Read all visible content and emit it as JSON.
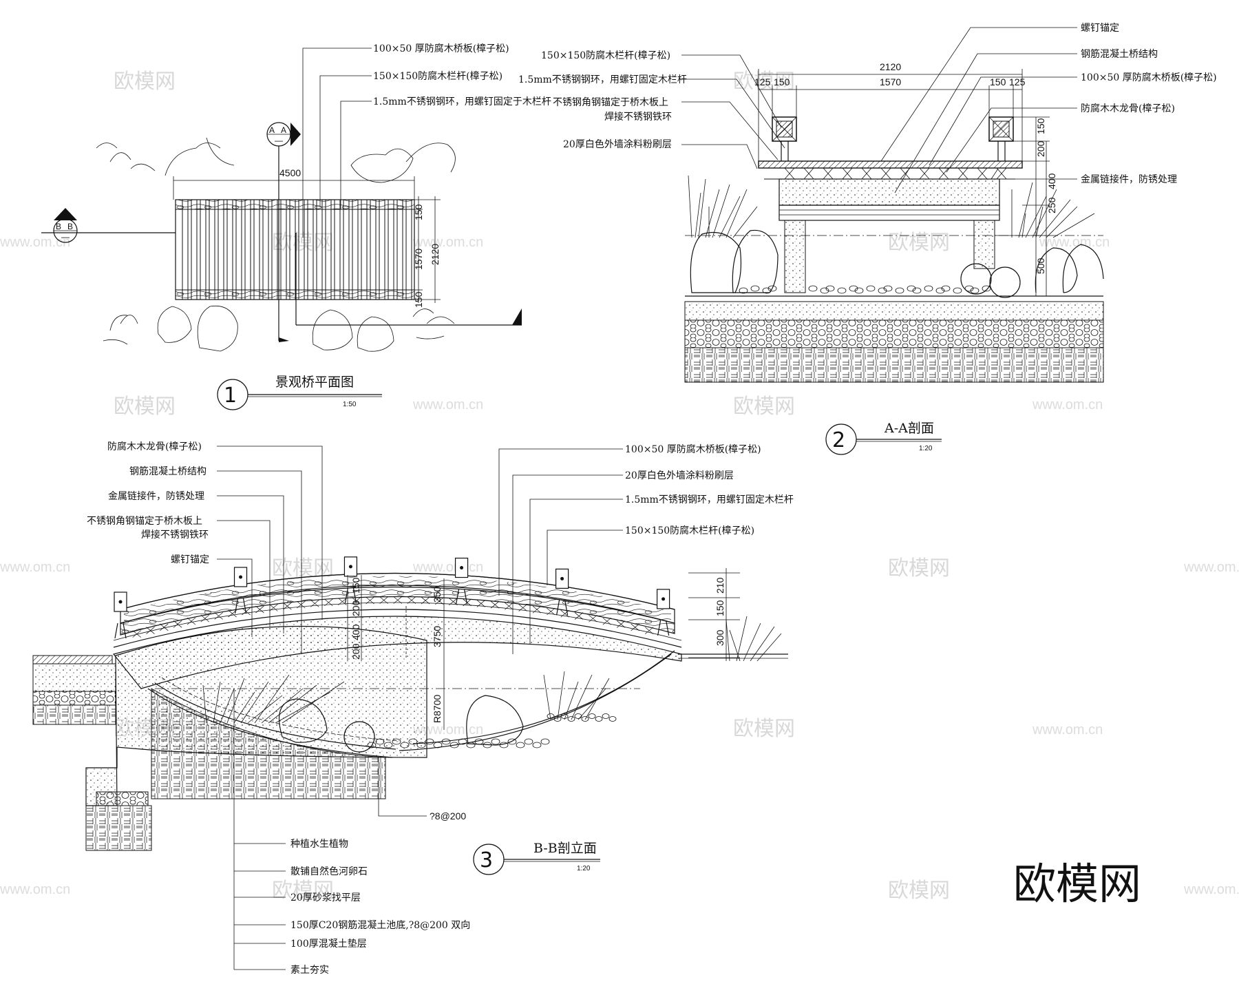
{
  "watermarks": [
    "欧模网",
    "www.om.cn"
  ],
  "brand": "欧模网",
  "plan": {
    "number": "1",
    "title": "景观桥平面图",
    "scale": "1:50",
    "section_a": "A",
    "section_b": "B",
    "section_dash": "—",
    "dims": {
      "length": "4500",
      "width": "2120",
      "inner": "1570",
      "rail_top": "150",
      "rail_bottom": "150"
    },
    "callouts": [
      "100×50  厚防腐木桥板(樟子松)",
      "150×150防腐木栏杆(樟子松)",
      "1.5mm不锈钢钢环，用螺钉固定于木栏杆"
    ]
  },
  "section_aa": {
    "number": "2",
    "title": "A-A剖面",
    "scale": "1:20",
    "dims": {
      "total": "2120",
      "inner": "1570",
      "left_a": "125",
      "left_b": "150",
      "right_a": "150",
      "right_b": "125",
      "h1": "150",
      "h2": "200",
      "h3": "400",
      "h4": "250",
      "h5": "500"
    },
    "left_callouts": [
      "150×150防腐木栏杆(樟子松)",
      "1.5mm不锈钢钢环，用螺钉固定木栏杆",
      "不锈钢角钢锚定于桥木板上",
      "焊接不锈钢铁环",
      "20厚白色外墙涂料粉刷层"
    ],
    "right_callouts": [
      "螺钉锚定",
      "钢筋混凝土桥结构",
      "100×50  厚防腐木桥板(樟子松)",
      "防腐木木龙骨(樟子松)",
      "金属链接件，防锈处理"
    ]
  },
  "section_bb": {
    "number": "3",
    "title": "B-B剖立面",
    "scale": "1:20",
    "dims": {
      "d210": "210",
      "d150": "150",
      "d300": "300",
      "v150": "150",
      "v200": "200",
      "v400": "400",
      "v200b": "200",
      "v350": "350",
      "v3750": "3750",
      "radius": "R8700",
      "rebar": "?8@200"
    },
    "left_callouts": [
      "防腐木木龙骨(樟子松)",
      "钢筋混凝土桥结构",
      "金属链接件，防锈处理",
      "不锈钢角钢锚定于桥木板上",
      "焊接不锈钢铁环",
      "螺钉锚定"
    ],
    "right_callouts": [
      "100×50  厚防腐木桥板(樟子松)",
      "20厚白色外墙涂料粉刷层",
      "1.5mm不锈钢钢环，用螺钉固定木栏杆",
      "150×150防腐木栏杆(樟子松)"
    ],
    "bottom_callouts": [
      "种植水生植物",
      "散铺自然色河卵石",
      "20厚砂浆找平层",
      "150厚C20钢筋混凝土池底,?8@200 双向",
      "100厚混凝土垫层",
      "素土夯实"
    ]
  }
}
